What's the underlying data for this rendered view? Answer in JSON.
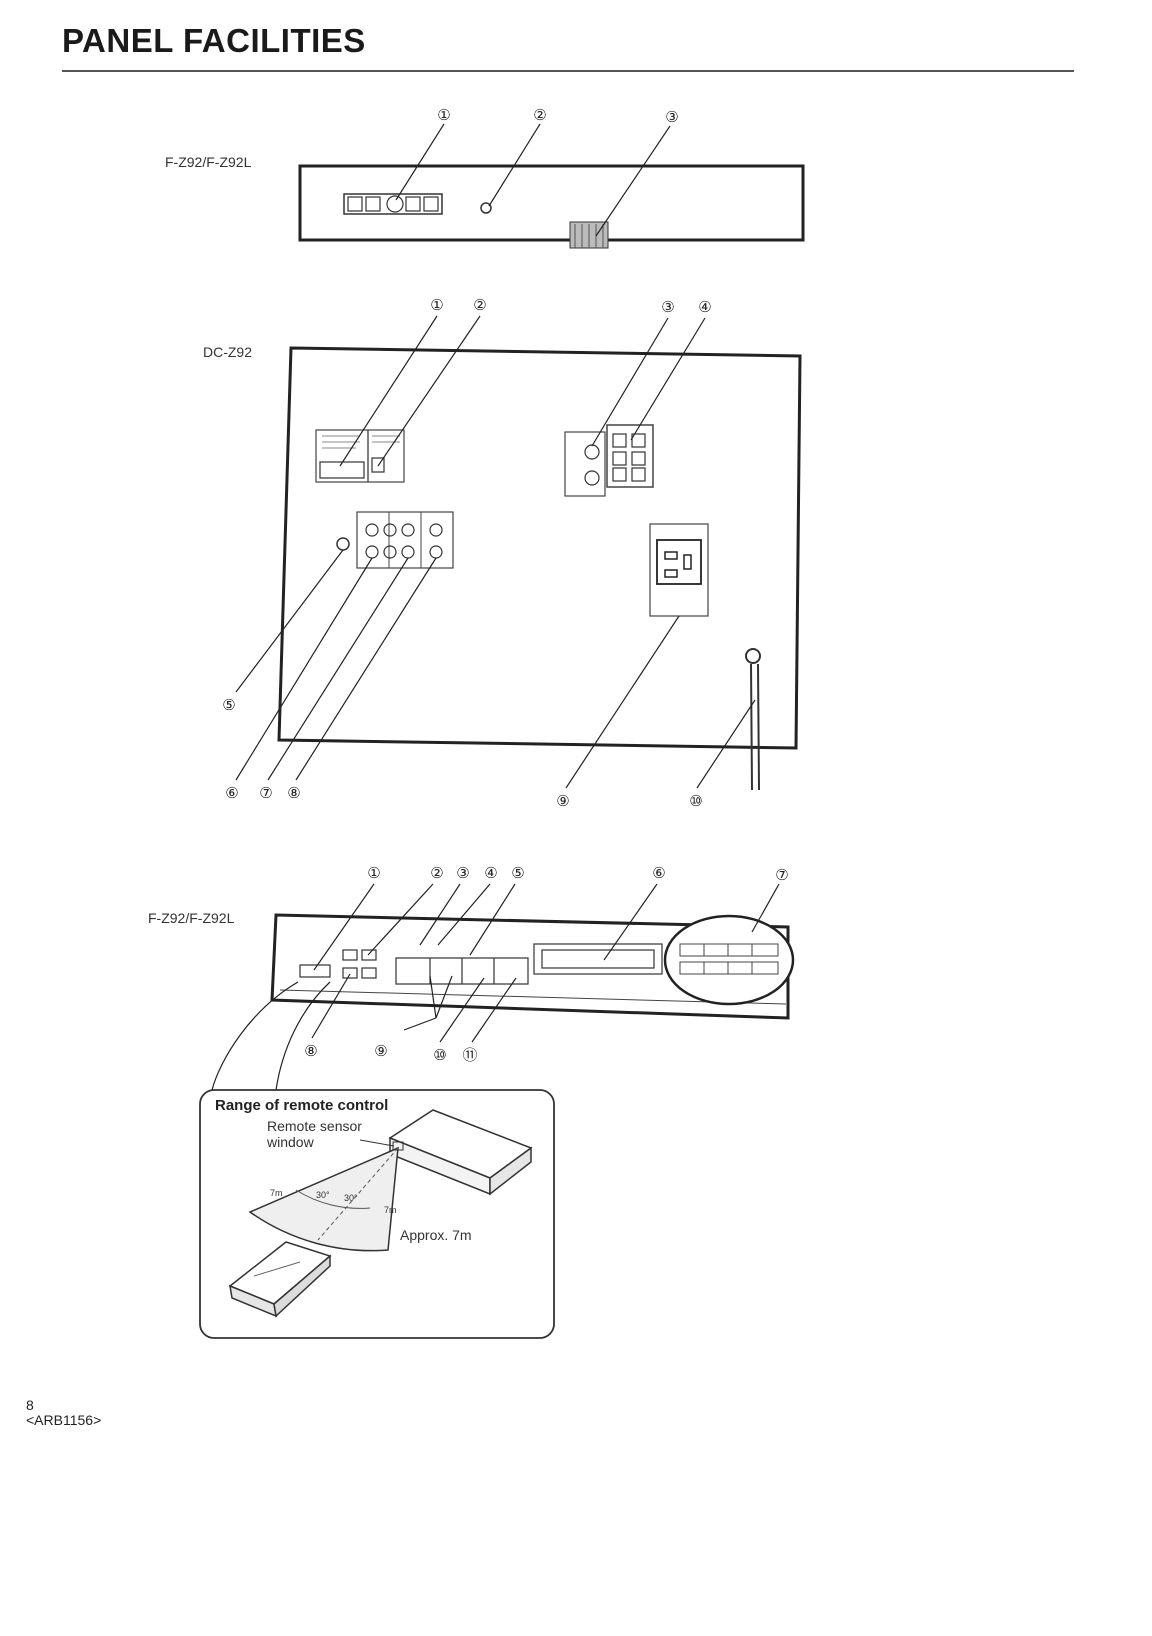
{
  "page": {
    "title": "PANEL FACILITIES",
    "page_number": "8",
    "doc_code": "<ARB1156>"
  },
  "diagrams": {
    "rear_panel_top": {
      "model_label": "F-Z92/F-Z92L",
      "callouts": [
        "①",
        "②",
        "③"
      ]
    },
    "dc_z92": {
      "model_label": "DC-Z92",
      "callouts": [
        "①",
        "②",
        "③",
        "④",
        "⑤",
        "⑥",
        "⑦",
        "⑧",
        "⑨",
        "⑩"
      ]
    },
    "front_panel": {
      "model_label": "F-Z92/F-Z92L",
      "callouts": [
        "①",
        "②",
        "③",
        "④",
        "⑤",
        "⑥",
        "⑦",
        "⑧",
        "⑨",
        "⑩",
        "⑪"
      ]
    },
    "remote_range": {
      "title": "Range of remote control",
      "sensor_label_line1": "Remote sensor",
      "sensor_label_line2": "window",
      "distance_label": "Approx. 7m",
      "angle_left": "30°",
      "angle_right": "30°",
      "dist_left": "7m",
      "dist_right": "7m"
    }
  }
}
